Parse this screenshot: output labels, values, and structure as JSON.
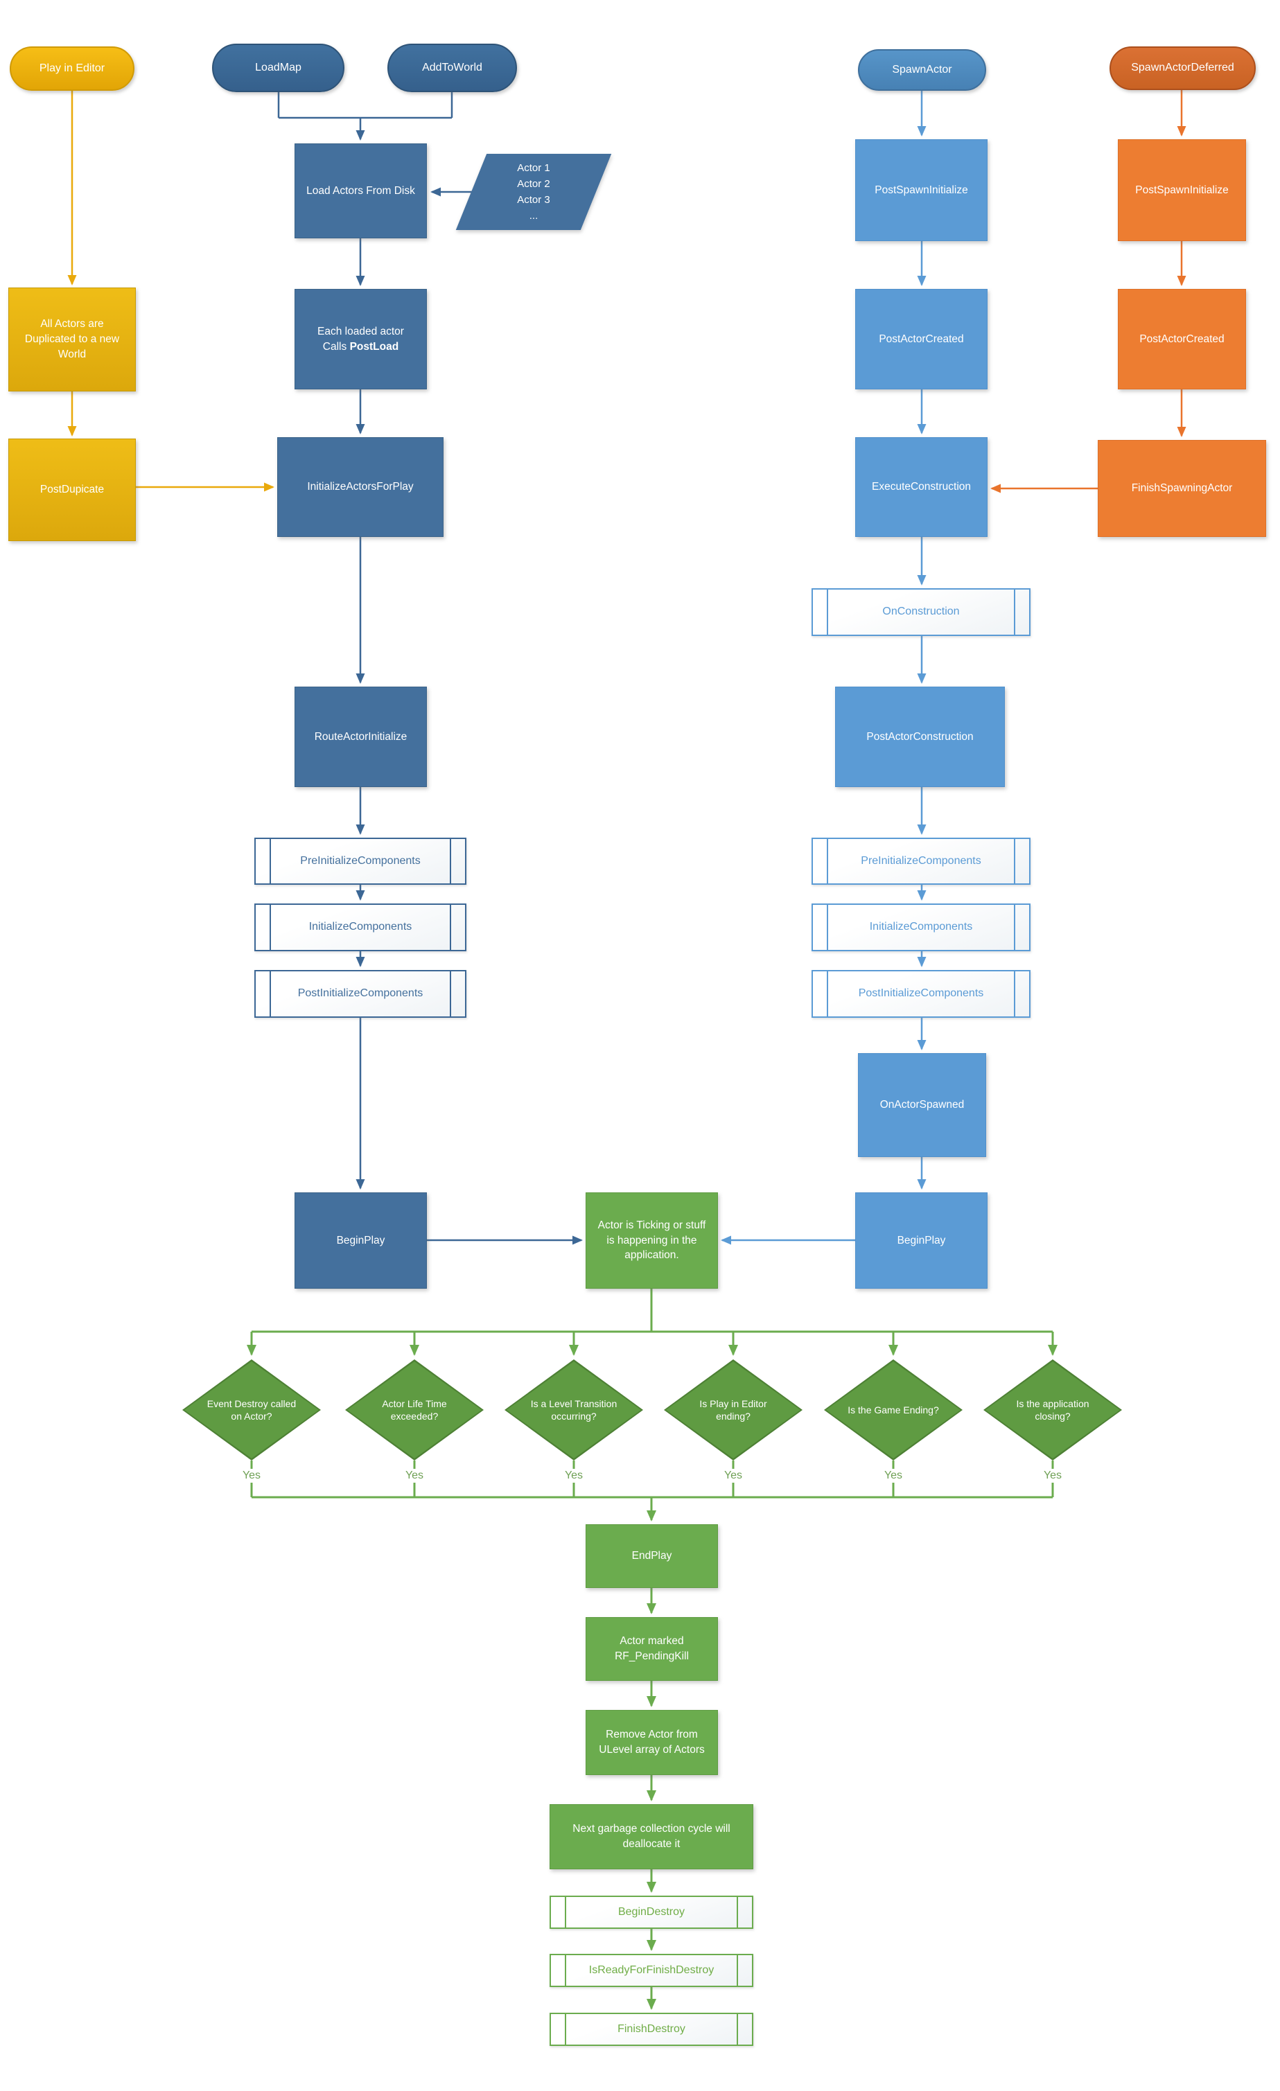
{
  "colors": {
    "gold": "#EDB111",
    "dark_blue": "#44709D",
    "light_blue": "#5B9BD5",
    "orange": "#ED7D31",
    "green_fill": "#6BAC4E",
    "diamond_green": "#5F9B42",
    "green_text": "#70AD47"
  },
  "nodes": {
    "play_in_editor": "Play in Editor",
    "load_map": "LoadMap",
    "add_to_world": "AddToWorld",
    "spawn_actor": "SpawnActor",
    "spawn_actor_deferred": "SpawnActorDeferred",
    "load_actors_from_disk": "Load Actors From Disk",
    "actor_list": [
      "Actor 1",
      "Actor 2",
      "Actor 3",
      "..."
    ],
    "each_loaded_line1": "Each loaded actor",
    "each_loaded_line2_prefix": "Calls ",
    "each_loaded_line2_bold": "PostLoad",
    "all_actors_duplicated": "All Actors are Duplicated to a new World",
    "post_dupicate": "PostDupicate",
    "initialize_actors_for_play": "InitializeActorsForPlay",
    "post_spawn_initialize": "PostSpawnInitialize",
    "post_actor_created": "PostActorCreated",
    "execute_construction": "ExecuteConstruction",
    "finish_spawning_actor": "FinishSpawningActor",
    "on_construction": "OnConstruction",
    "post_actor_construction": "PostActorConstruction",
    "route_actor_initialize": "RouteActorInitialize",
    "pre_initialize_components": "PreInitializeComponents",
    "initialize_components": "InitializeComponents",
    "post_initialize_components": "PostInitializeComponents",
    "on_actor_spawned": "OnActorSpawned",
    "begin_play": "BeginPlay",
    "actor_is_ticking": "Actor is Ticking or stuff is happening in the application.",
    "end_play": "EndPlay",
    "actor_marked_pending_kill": "Actor marked RF_PendingKill",
    "remove_actor_from_ulevel": "Remove Actor from ULevel array of Actors",
    "next_gc_cycle": "Next garbage collection cycle will deallocate it",
    "begin_destroy": "BeginDestroy",
    "is_ready_for_finish_destroy": "IsReadyForFinishDestroy",
    "finish_destroy": "FinishDestroy"
  },
  "decisions": [
    {
      "label": "Event Destroy called on Actor?",
      "yes": "Yes"
    },
    {
      "label": "Actor Life Time exceeded?",
      "yes": "Yes"
    },
    {
      "label": "Is a Level Transition occurring?",
      "yes": "Yes"
    },
    {
      "label": "Is Play in Editor ending?",
      "yes": "Yes"
    },
    {
      "label": "Is the Game Ending?",
      "yes": "Yes"
    },
    {
      "label": "Is the application closing?",
      "yes": "Yes"
    }
  ]
}
